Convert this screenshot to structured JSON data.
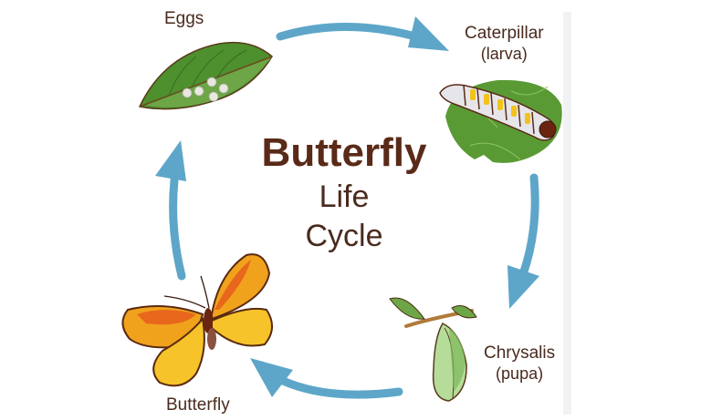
{
  "diagram": {
    "title": "Butterfly",
    "subtitle_line1": "Life",
    "subtitle_line2": "Cycle",
    "stages": [
      {
        "name": "Eggs",
        "sub": ""
      },
      {
        "name": "Caterpillar",
        "sub": "(larva)"
      },
      {
        "name": "Chrysalis",
        "sub": "(pupa)"
      },
      {
        "name": "Butterfly",
        "sub": ""
      }
    ],
    "arrow_color": "#5ea6c9",
    "text_color": "#4a2a1e",
    "title_color": "#5a2a18"
  }
}
